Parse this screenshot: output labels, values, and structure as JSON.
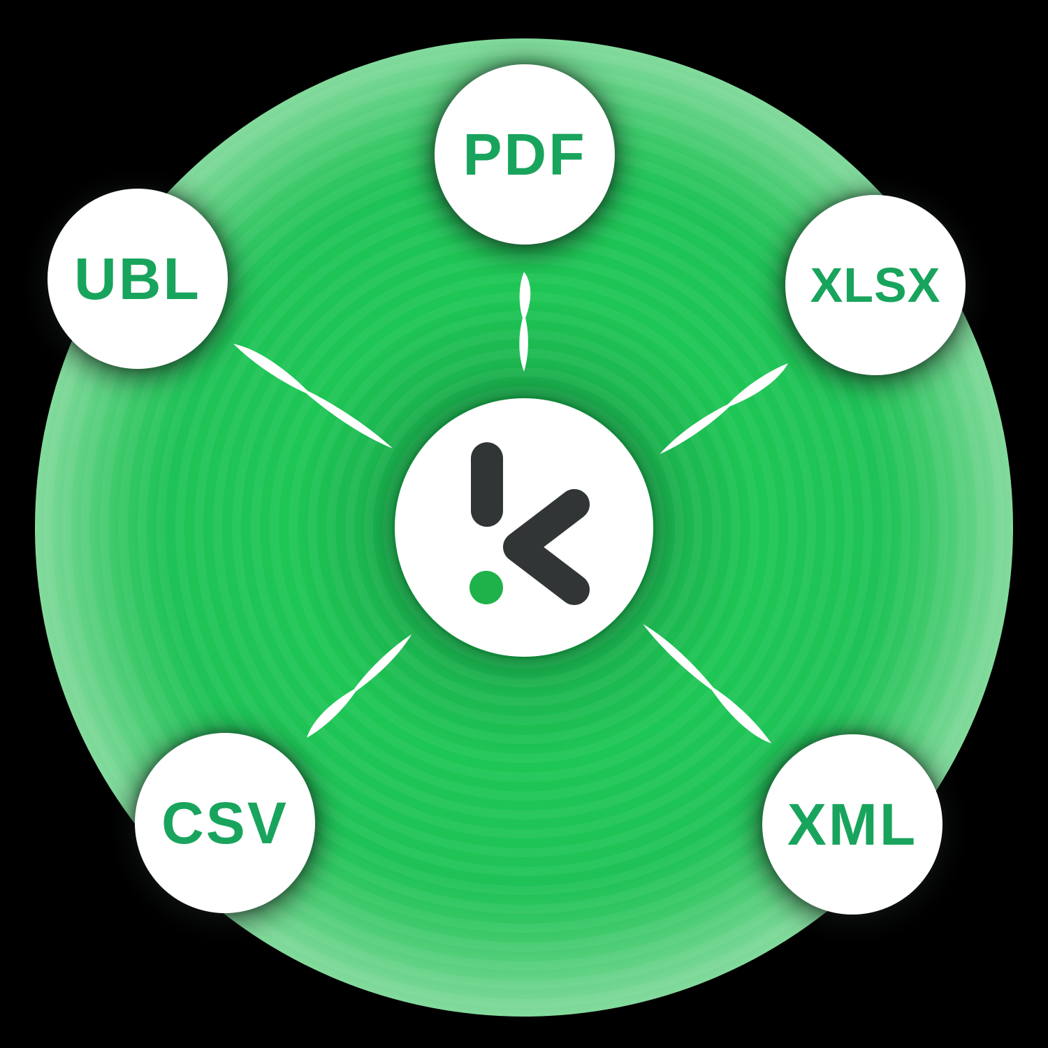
{
  "diagram": {
    "kind": "hub-and-spoke file format diagram",
    "center": {
      "logo": "klippa-k-logo",
      "logo_parts": [
        "vertical-bar",
        "green-dot",
        "left-chevron"
      ]
    },
    "nodes": [
      {
        "id": "pdf",
        "label": "PDF"
      },
      {
        "id": "ubl",
        "label": "UBL"
      },
      {
        "id": "xlsx",
        "label": "XLSX"
      },
      {
        "id": "csv",
        "label": "CSV"
      },
      {
        "id": "xml",
        "label": "XML"
      }
    ],
    "connector_shape": "white double-spindle ray",
    "colors": {
      "background": "#000000",
      "glow_core_green": "#1ec655",
      "glow_inner_green": "#1aa348",
      "glow_edge": "#f0faf4",
      "node_background": "#ffffff",
      "label_green": "#18a45c",
      "logo_dark": "#313536",
      "logo_dot_green": "#1fb24a",
      "connector_white": "#ffffff"
    }
  }
}
